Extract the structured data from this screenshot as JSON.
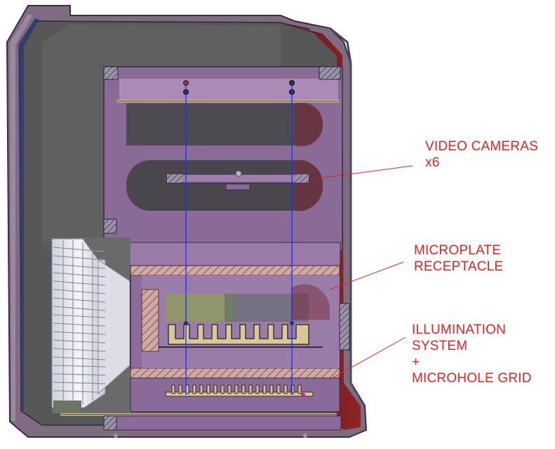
{
  "labels": {
    "cameras": "VIDEO CAMERAS\nx6",
    "receptacle": "MICROPLATE\nRECEPTACLE",
    "illumination": "ILLUMINATION\nSYSTEM\n+\nMICROHOLE GRID"
  },
  "colors": {
    "label": "#e8201c",
    "housing_outer": "#8a7388",
    "housing_inner": "#5a5a5a",
    "housing_red": "#7a1a1a",
    "frame_purple": "#8b6b9a",
    "frame_light": "#b79bc4",
    "hatch": "#c9a0a0",
    "heatsink": "#e4e4ea",
    "optical_axis": "#1c2cff"
  },
  "icons": [
    "heatsink-fan",
    "camera-lens",
    "microplate",
    "microhole-grid"
  ]
}
